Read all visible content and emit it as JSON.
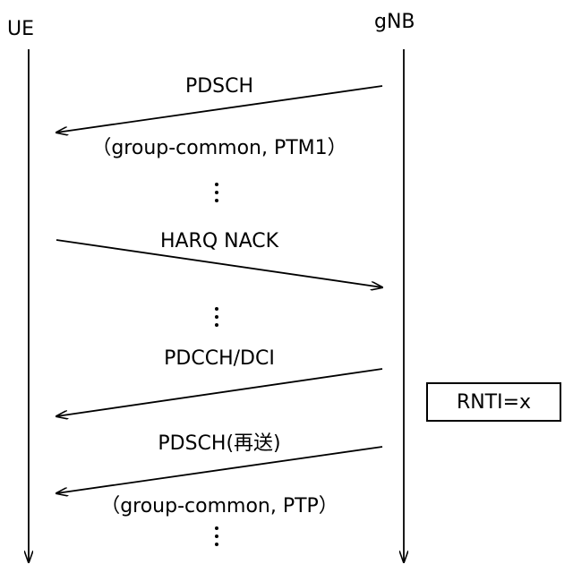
{
  "entities": {
    "ue": "UE",
    "gnb": "gNB"
  },
  "messages": [
    {
      "label": "PDSCH",
      "sublabel": "（group-common, PTM1）",
      "direction": "gNB-to-UE"
    },
    {
      "label": "HARQ NACK",
      "sublabel": "",
      "direction": "UE-to-gNB"
    },
    {
      "label": "PDCCH/DCI",
      "sublabel": "",
      "direction": "gNB-to-UE"
    },
    {
      "label": "PDSCH(再送)",
      "sublabel": "（group-common, PTP）",
      "direction": "gNB-to-UE"
    }
  ],
  "note": "RNTI=x"
}
